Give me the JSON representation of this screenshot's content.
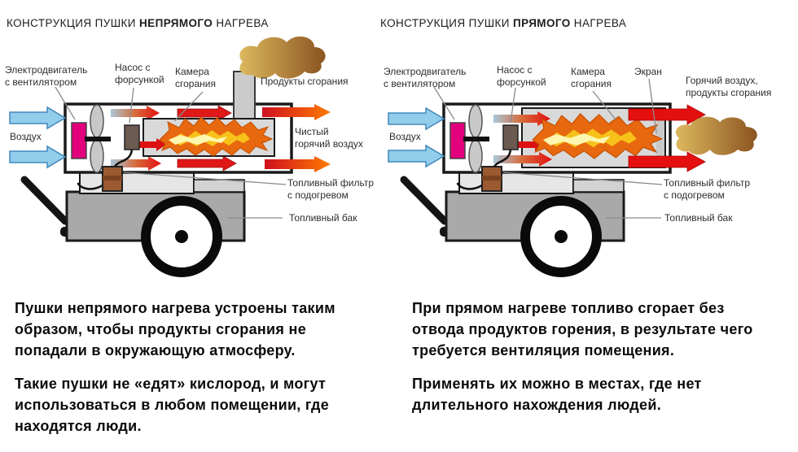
{
  "left": {
    "title": {
      "prefix": "КОНСТРУКЦИЯ ПУШКИ ",
      "bold": "НЕПРЯМОГО",
      "suffix": " НАГРЕВА"
    },
    "labels": {
      "motor": "Электродвигатель\nс вентилятором",
      "pump": "Насос с\nфорсункой",
      "chamber": "Камера\nсгорания",
      "products": "Продукты сгорания",
      "air": "Воздух",
      "clean_air": "Чистый\nгорячий воздух",
      "filter": "Топливный фильтр\nс подогревом",
      "tank": "Топливный бак"
    },
    "paragraphs": [
      "Пушки непрямого нагрева устроены таким\nобразом, чтобы продукты сгорания не\nпопадали в окружающую атмосферу.",
      "Такие пушки не «едят» кислород, и могут\nиспользоваться в любом помещении, где\nнаходятся люди."
    ]
  },
  "right": {
    "title": {
      "prefix": "КОНСТРУКЦИЯ ПУШКИ ",
      "bold": "ПРЯМОГО",
      "suffix": " НАГРЕВА"
    },
    "labels": {
      "motor": "Электродвигатель\nс вентилятором",
      "pump": "Насос с\nфорсункой",
      "chamber": "Камера\nсгорания",
      "screen": "Экран",
      "hot_air": "Горячий воздух,\nпродукты сгорания",
      "air": "Воздух",
      "filter": "Топливный фильтр\nс подогревом",
      "tank": "Топливный бак"
    },
    "paragraphs": [
      "При прямом нагреве топливо сгорает без\nотвода продуктов горения, в результате чего\nтребуется вентиляция помещения.",
      "Применять их можно в местах, где нет\nдлительного нахождения людей."
    ]
  },
  "colors": {
    "cold_air_arrow": "#92cdec",
    "hot_air_arrow": "#e31212",
    "flame_outer": "#e8680f",
    "flame_core": "#fdf6ae",
    "motor": "#e3007d",
    "smoke_dark": "#8a5420",
    "smoke_light": "#ddb85e",
    "fuel_filter": "#9c5a32",
    "tank": "#a9a9a9"
  }
}
